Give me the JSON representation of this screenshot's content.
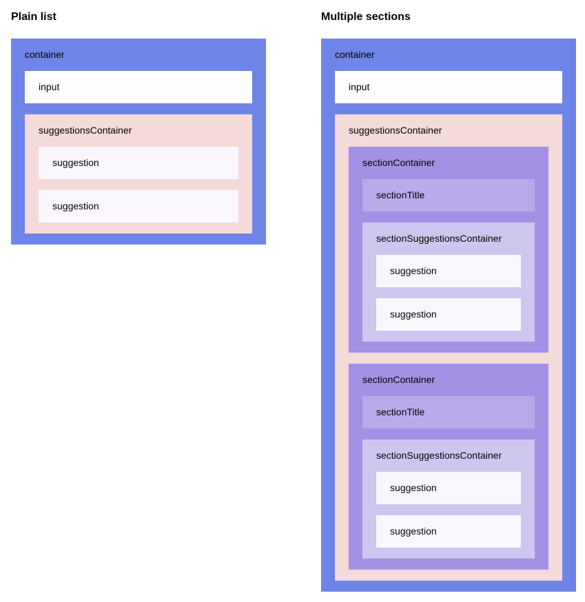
{
  "colors": {
    "container": "#6e84e9",
    "input": "#ffffff",
    "suggestionsContainer": "#f4dad8",
    "sectionContainer": "#a391e5",
    "sectionTitle": "#b9abe9",
    "sectionSuggestionsContainer": "#cfc6ef",
    "suggestion": "#faf8fe",
    "text": "#000000"
  },
  "panels": {
    "plain": {
      "title": "Plain list",
      "container_label": "container",
      "input_label": "input",
      "suggestions_container_label": "suggestionsContainer",
      "suggestion_labels": [
        "suggestion",
        "suggestion"
      ]
    },
    "multiple": {
      "title": "Multiple sections",
      "container_label": "container",
      "input_label": "input",
      "suggestions_container_label": "suggestionsContainer",
      "sections": [
        {
          "section_container_label": "sectionContainer",
          "section_title_label": "sectionTitle",
          "section_suggestions_container_label": "sectionSuggestionsContainer",
          "suggestion_labels": [
            "suggestion",
            "suggestion"
          ]
        },
        {
          "section_container_label": "sectionContainer",
          "section_title_label": "sectionTitle",
          "section_suggestions_container_label": "sectionSuggestionsContainer",
          "suggestion_labels": [
            "suggestion",
            "suggestion"
          ]
        }
      ]
    }
  }
}
